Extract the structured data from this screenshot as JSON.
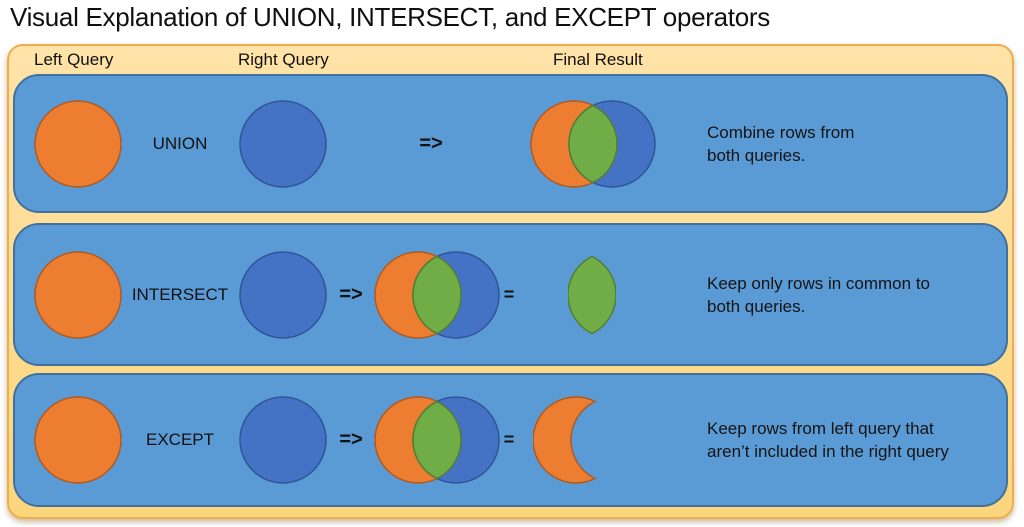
{
  "title": "Visual Explanation of UNION, INTERSECT, and EXCEPT operators",
  "column_headers": {
    "left_query": "Left Query",
    "right_query": "Right Query",
    "final_result": "Final Result"
  },
  "symbols": {
    "arrow": "=>",
    "equals": "="
  },
  "rows": [
    {
      "operator": "UNION",
      "description": "Combine rows from\nboth queries."
    },
    {
      "operator": "INTERSECT",
      "description": "Keep only rows in common to\nboth queries."
    },
    {
      "operator": "EXCEPT",
      "description": "Keep rows from left query that\naren’t included in the right query"
    }
  ],
  "colors": {
    "c-orange": "#ED7D31",
    "c-orange-border": "#AE5A21",
    "c-blue": "#4472C4",
    "c-blue-border": "#2F5597",
    "c-green": "#70AD47",
    "c-green-border": "#507E32",
    "c-row-bg": "#5B9BD5",
    "c-row-border": "#40719E",
    "c-panel-top": "#FFE3A8",
    "c-panel-bottom": "#FBD67C",
    "c-panel-border": "#EFAD4D",
    "c-text": "#141414"
  }
}
